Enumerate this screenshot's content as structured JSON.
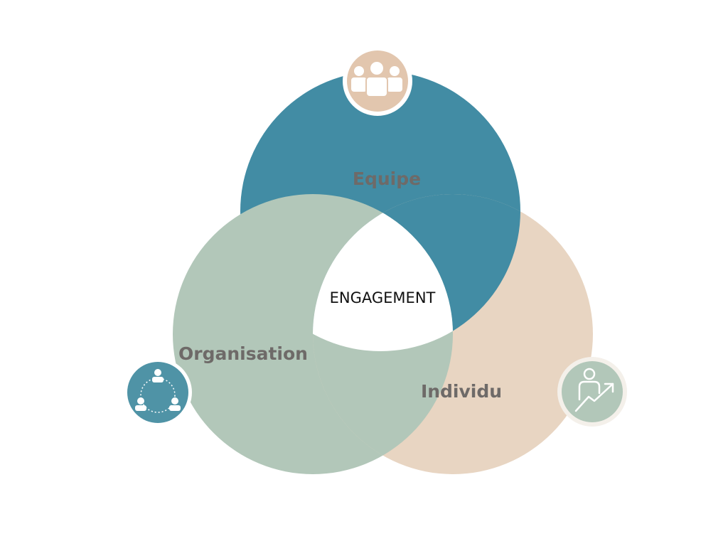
{
  "diagram": {
    "center_label": "ENGAGEMENT",
    "circles": [
      {
        "id": "equipe",
        "label": "Equipe",
        "color": "#428ca4",
        "icon": "team-icon",
        "icon_bg": "#e2c6ae"
      },
      {
        "id": "organisation",
        "label": "Organisation",
        "color": "#b2c7b9",
        "icon": "network-icon",
        "icon_bg": "#4f93a6"
      },
      {
        "id": "individu",
        "label": "Individu",
        "color": "#e8d5c2",
        "icon": "growth-icon",
        "icon_bg": "#b2c7b9"
      }
    ]
  }
}
